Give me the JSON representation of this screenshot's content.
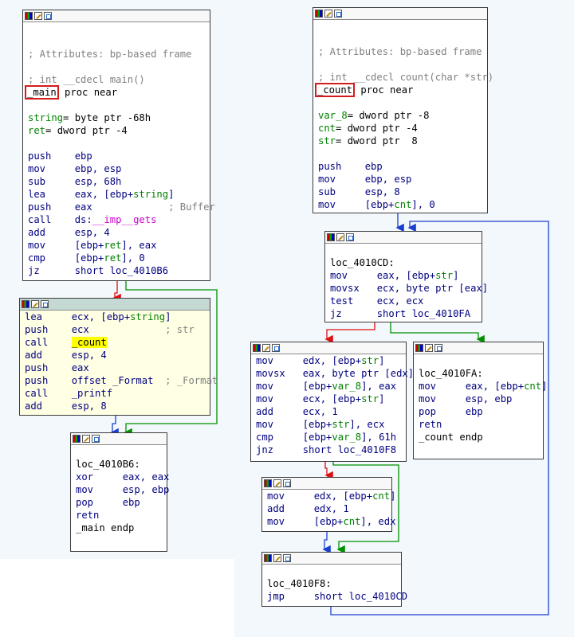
{
  "blocks": {
    "main_entry": {
      "lines": [
        [],
        [],
        [
          {
            "t": "; Attributes: bp-based frame",
            "c": "cmt"
          }
        ],
        [],
        [
          {
            "t": "; int __cdecl main()",
            "c": "cmt"
          }
        ],
        [
          {
            "t": "_main",
            "c": "blk",
            "box": true
          },
          {
            "t": " proc near",
            "c": "blk"
          }
        ],
        [],
        [
          {
            "t": "string",
            "c": "vg"
          },
          {
            "t": "= byte ptr -68h",
            "c": "blk"
          }
        ],
        [
          {
            "t": "ret",
            "c": "vg"
          },
          {
            "t": "= dword ptr -4",
            "c": "blk"
          }
        ],
        [],
        [
          {
            "t": "push    ebp"
          }
        ],
        [
          {
            "t": "mov     ebp, esp"
          }
        ],
        [
          {
            "t": "sub     esp, 68h"
          }
        ],
        [
          {
            "t": "lea     eax, [ebp+"
          },
          {
            "t": "string",
            "c": "vg"
          },
          {
            "t": "]"
          }
        ],
        [
          {
            "t": "push    eax             "
          },
          {
            "t": "; Buffer",
            "c": "cmt"
          }
        ],
        [
          {
            "t": "call    ds:"
          },
          {
            "t": "__imp__gets",
            "c": "imp"
          }
        ],
        [
          {
            "t": "add     esp, 4"
          }
        ],
        [
          {
            "t": "mov     [ebp+"
          },
          {
            "t": "ret",
            "c": "vg"
          },
          {
            "t": "], eax"
          }
        ],
        [
          {
            "t": "cmp     [ebp+"
          },
          {
            "t": "ret",
            "c": "vg"
          },
          {
            "t": "], 0"
          }
        ],
        [
          {
            "t": "jz      short loc_4010B6"
          }
        ]
      ]
    },
    "main_call": {
      "lines": [
        [
          {
            "t": "lea     ecx, [ebp+"
          },
          {
            "t": "string",
            "c": "vg"
          },
          {
            "t": "]"
          }
        ],
        [
          {
            "t": "push    ecx             "
          },
          {
            "t": "; str",
            "c": "cmt"
          }
        ],
        [
          {
            "t": "call    "
          },
          {
            "t": "_count",
            "c": "blk",
            "hl": true
          }
        ],
        [
          {
            "t": "add     esp, 4"
          }
        ],
        [
          {
            "t": "push    eax"
          }
        ],
        [
          {
            "t": "push    offset _Format  "
          },
          {
            "t": "; _Format",
            "c": "cmt"
          }
        ],
        [
          {
            "t": "call    _printf"
          }
        ],
        [
          {
            "t": "add     esp, 8"
          }
        ]
      ]
    },
    "main_exit": {
      "lines": [
        [],
        [
          {
            "t": "loc_4010B6:",
            "c": "blk"
          }
        ],
        [
          {
            "t": "xor     eax, eax"
          }
        ],
        [
          {
            "t": "mov     esp, ebp"
          }
        ],
        [
          {
            "t": "pop     ebp"
          }
        ],
        [
          {
            "t": "retn"
          }
        ],
        [
          {
            "t": "_main endp",
            "c": "blk"
          }
        ]
      ]
    },
    "count_entry": {
      "lines": [
        [],
        [],
        [
          {
            "t": "; Attributes: bp-based frame",
            "c": "cmt"
          }
        ],
        [],
        [
          {
            "t": "; int __cdecl count(char *str)",
            "c": "cmt"
          }
        ],
        [
          {
            "t": "_count",
            "c": "blk",
            "box": true
          },
          {
            "t": " proc near",
            "c": "blk"
          }
        ],
        [],
        [
          {
            "t": "var_8",
            "c": "vg"
          },
          {
            "t": "= dword ptr -8",
            "c": "blk"
          }
        ],
        [
          {
            "t": "cnt",
            "c": "vg"
          },
          {
            "t": "= dword ptr -4",
            "c": "blk"
          }
        ],
        [
          {
            "t": "str",
            "c": "vg"
          },
          {
            "t": "= dword ptr  8",
            "c": "blk"
          }
        ],
        [],
        [
          {
            "t": "push    ebp"
          }
        ],
        [
          {
            "t": "mov     ebp, esp"
          }
        ],
        [
          {
            "t": "sub     esp, 8"
          }
        ],
        [
          {
            "t": "mov     [ebp+"
          },
          {
            "t": "cnt",
            "c": "vg"
          },
          {
            "t": "], 0"
          }
        ]
      ]
    },
    "loop_head": {
      "lines": [
        [],
        [
          {
            "t": "loc_4010CD:",
            "c": "blk"
          }
        ],
        [
          {
            "t": "mov     eax, [ebp+"
          },
          {
            "t": "str",
            "c": "vg"
          },
          {
            "t": "]"
          }
        ],
        [
          {
            "t": "movsx   ecx, byte ptr [eax]"
          }
        ],
        [
          {
            "t": "test    ecx, ecx"
          }
        ],
        [
          {
            "t": "jz      short loc_4010FA"
          }
        ]
      ]
    },
    "loop_body": {
      "lines": [
        [
          {
            "t": "mov     edx, [ebp+"
          },
          {
            "t": "str",
            "c": "vg"
          },
          {
            "t": "]"
          }
        ],
        [
          {
            "t": "movsx   eax, byte ptr [edx]"
          }
        ],
        [
          {
            "t": "mov     [ebp+"
          },
          {
            "t": "var_8",
            "c": "vg"
          },
          {
            "t": "], eax"
          }
        ],
        [
          {
            "t": "mov     ecx, [ebp+"
          },
          {
            "t": "str",
            "c": "vg"
          },
          {
            "t": "]"
          }
        ],
        [
          {
            "t": "add     ecx, 1"
          }
        ],
        [
          {
            "t": "mov     [ebp+"
          },
          {
            "t": "str",
            "c": "vg"
          },
          {
            "t": "], ecx"
          }
        ],
        [
          {
            "t": "cmp     [ebp+"
          },
          {
            "t": "var_8",
            "c": "vg"
          },
          {
            "t": "], 61h"
          }
        ],
        [
          {
            "t": "jnz     short loc_4010F8"
          }
        ]
      ]
    },
    "count_exit": {
      "lines": [
        [],
        [
          {
            "t": "loc_4010FA:",
            "c": "blk"
          }
        ],
        [
          {
            "t": "mov     eax, [ebp+"
          },
          {
            "t": "cnt",
            "c": "vg"
          },
          {
            "t": "]"
          }
        ],
        [
          {
            "t": "mov     esp, ebp"
          }
        ],
        [
          {
            "t": "pop     ebp"
          }
        ],
        [
          {
            "t": "retn"
          }
        ],
        [
          {
            "t": "_count endp",
            "c": "blk"
          }
        ]
      ]
    },
    "inc_cnt": {
      "lines": [
        [
          {
            "t": "mov     edx, [ebp+"
          },
          {
            "t": "cnt",
            "c": "vg"
          },
          {
            "t": "]"
          }
        ],
        [
          {
            "t": "add     edx, 1"
          }
        ],
        [
          {
            "t": "mov     [ebp+"
          },
          {
            "t": "cnt",
            "c": "vg"
          },
          {
            "t": "], edx"
          }
        ]
      ]
    },
    "loop_tail": {
      "lines": [
        [],
        [
          {
            "t": "loc_4010F8:",
            "c": "blk"
          }
        ],
        [
          {
            "t": "jmp     short loc_4010CD"
          }
        ]
      ]
    }
  },
  "colors": {
    "true_edge": "#009000",
    "false_edge": "#e01010",
    "uncond_edge": "#1a3fd0"
  }
}
